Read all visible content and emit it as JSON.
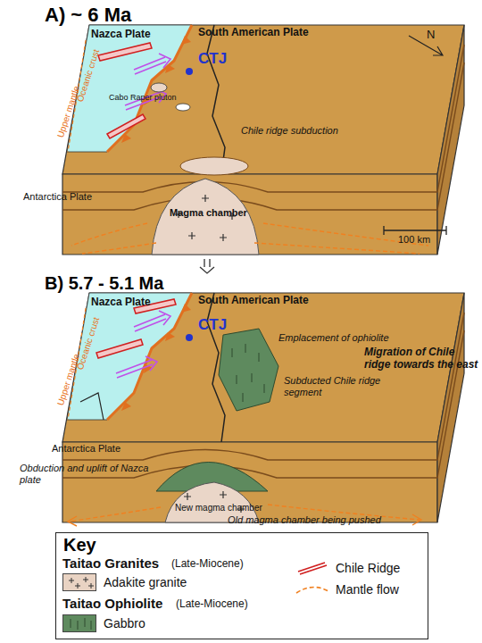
{
  "diagram": {
    "nodes": [
      {
        "text": [
          "A) ~ 6 Ma"
        ]
      },
      {
        "text": [
          "B) 5.7 - 5.1 Ma"
        ]
      },
      {
        "text": [
          "Key"
        ]
      }
    ],
    "edges": [
      {
        "from": 0,
        "to": 1,
        "arrow": "to"
      }
    ],
    "labels": [
      "Nazca Plate",
      "South American Plate",
      "N",
      "CTJ",
      "Cabo Raper pluton",
      "Chile ridge subduction",
      "Magma chamber",
      "Antarctica Plate",
      "Upper mantle",
      "Oceanic crust",
      "100 km",
      "Nazca Plate",
      "South American Plate",
      "CTJ",
      "Emplacement of ophiolite",
      "Subducted Chile ridge segment",
      "Migration of Chile ridge towards the east",
      "Antarctica Plate",
      "Obduction and uplift of Nazca plate",
      "New magma chamber",
      "Old magma chamber being pushed",
      "Upper mantle",
      "Oceanic crust",
      "Taitao Granites",
      "(Late-Miocene)",
      "Taitao Ophiolite",
      "(Late-Miocene)"
    ],
    "legend": [
      {
        "text": "Adakite granite",
        "color": "#e9d3c3"
      },
      {
        "text": "Gabbro",
        "color": "#5e8a5e"
      },
      {
        "text": "Chile Ridge"
      },
      {
        "text": "Mantle flow"
      }
    ]
  }
}
